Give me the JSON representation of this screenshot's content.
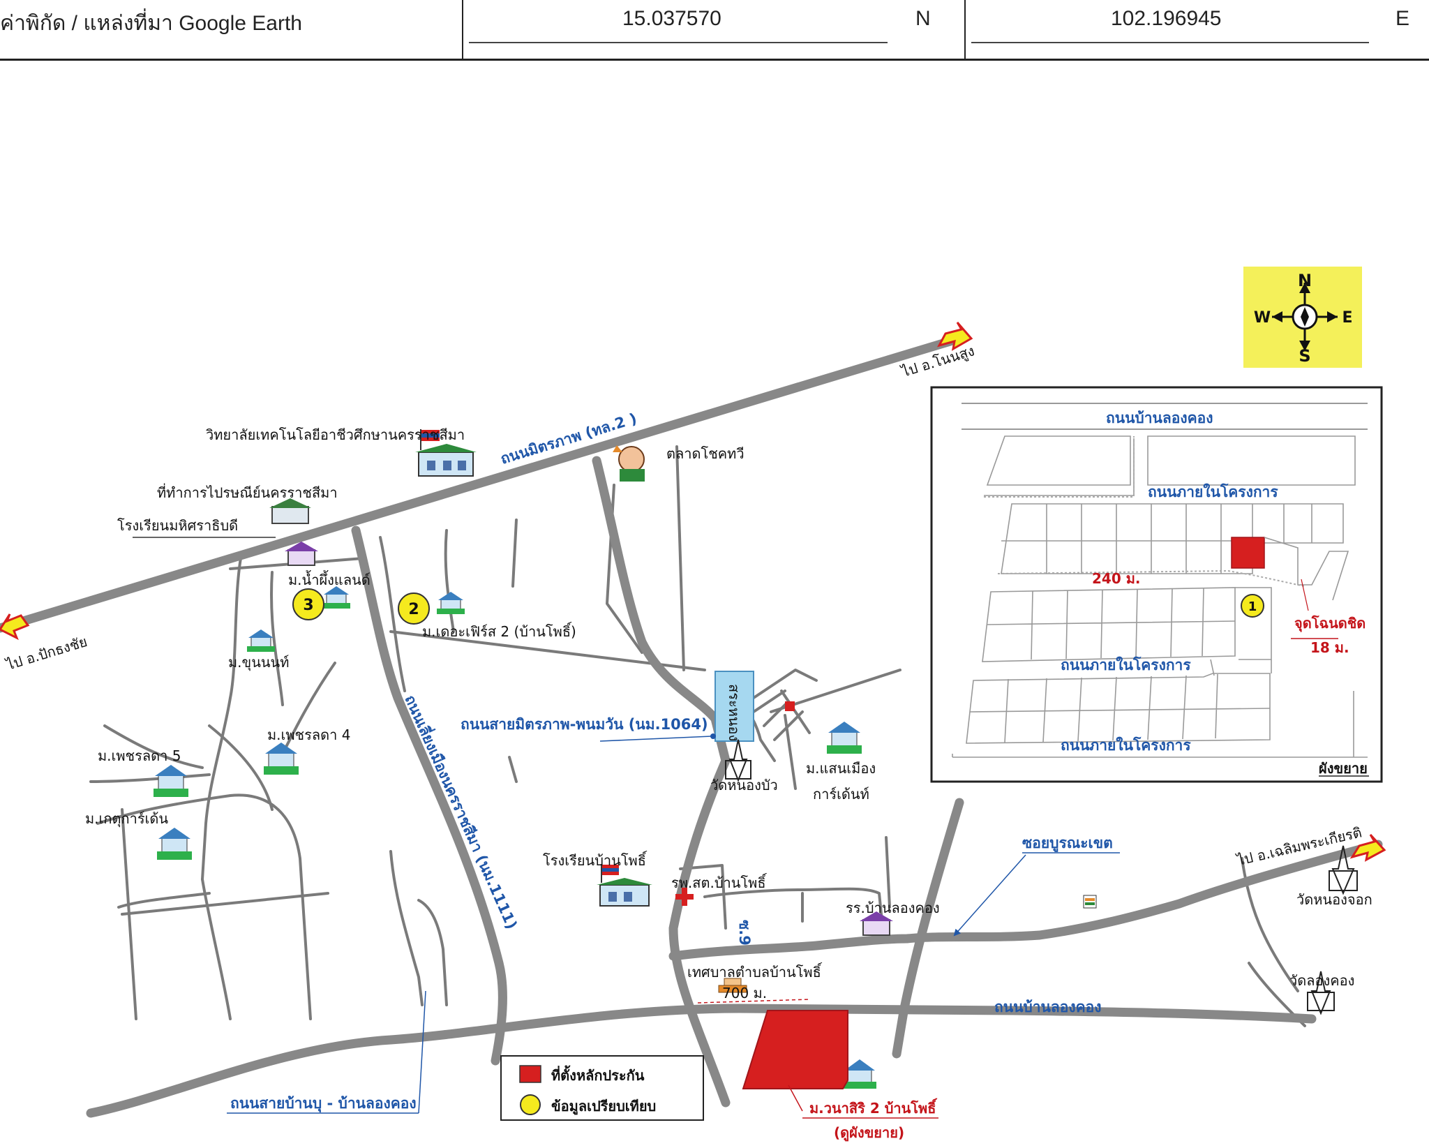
{
  "header": {
    "source_label": "ค่าพิกัด / แหล่งที่มา Google Earth",
    "latitude": "15.037570",
    "lat_dir": "N",
    "longitude": "102.196945",
    "lon_dir": "E"
  },
  "compass": {
    "n": "N",
    "s": "S",
    "e": "E",
    "w": "W"
  },
  "roads": {
    "mittraphap": "ถนนมิตรภาพ (ทล.2 )",
    "to_non_sung": "ไป อ.โนนสูง",
    "to_pak_thong_chai": "ไป อ.ปักธงชัย",
    "bypass": "ถนนเลี่ยงเมืองนครราชสีมา (นม.1111)",
    "mittraphap_phanom_wan": "ถนนสายมิตรภาพ-พนมวัน (นม.1064)",
    "soi": "ซอยบูรณะเขต",
    "to_chaloem": "ไป อ.เฉลิมพระเกียรติ",
    "ban_long_kong": "ถนนบ้านลองคอง",
    "ban_bu_long_kong": "ถนนสายบ้านบุ - บ้านลองคอง",
    "soi9": "ซ.9"
  },
  "places": {
    "college": "วิทยาลัยเทคโนโลยีอาชีวศึกษานครราชสีมา",
    "post_office": "ที่ทำการไปรษณีย์นครราชสีมา",
    "school_mahit": "โรงเรียนมหิศราธิบดี",
    "market": "ตลาดโชคทวี",
    "mu_namphueng": "ม.น้ำผึ้งแลนด์",
    "mu_the_first": "ม.เดอะเฟิร์ส 2 (บ้านโพธิ์)",
    "mu_khunnon": "ม.ขุนนนท์",
    "mu_phet4": "ม.เพชรลดา 4",
    "mu_phet5": "ม.เพชรลดา 5",
    "mu_ketgarden": "ม.เกตุการ์เด้น",
    "pond": "สระหนอง",
    "wat_nong_bua": "วัดหนองบัว",
    "mu_saen_mueang_1": "ม.แสนเมือง",
    "mu_saen_mueang_2": "การ์เด้นท์",
    "school_ban_pho": "โรงเรียนบ้านโพธิ์",
    "health": "รพ.สต.บ้านโพธิ์",
    "school_long_kong": "รร.บ้านลองคอง",
    "municipality": "เทศบาลตำบลบ้านโพธิ์",
    "dist700": "700 ม.",
    "wat_nong_chok": "วัดหนองจอก",
    "wat_long_kong": "วัดลองคอง",
    "subject_1": "ม.วนาสิริ 2 บ้านโพธิ์",
    "subject_2": "(ดูผังขยาย)"
  },
  "markers": {
    "m1": "1",
    "m2": "2",
    "m3": "3"
  },
  "legend": {
    "collateral": "ที่ตั้งหลักประกัน",
    "comparable": "ข้อมูลเปรียบเทียบ"
  },
  "inset": {
    "road_top": "ถนนบ้านลองคอง",
    "road_inner1": "ถนนภายในโครงการ",
    "road_inner2": "ถนนภายในโครงการ",
    "road_inner3": "ถนนภายในโครงการ",
    "dist240": "240 ม.",
    "point": "จุดโฉนดชิด",
    "dist18": "18 ม.",
    "caption": "ผังขยาย"
  },
  "colors": {
    "road_label": "#1f56a8",
    "highlight": "#d61f1f",
    "marker": "#f5ea1e",
    "compass_bg": "#f4f05a",
    "road": "#888888"
  }
}
